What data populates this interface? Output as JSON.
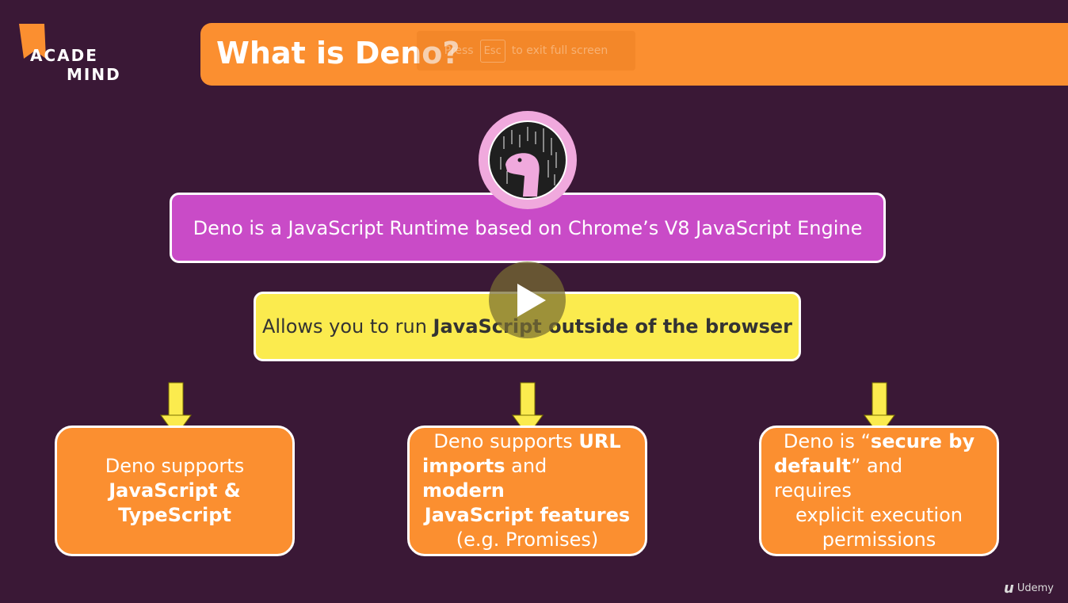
{
  "logo": {
    "line1": "ACADE",
    "line2": "MIND",
    "accent_color": "#fb8f30"
  },
  "title": {
    "text": "What is Deno?",
    "background": "#fb8f30"
  },
  "fullscreen_hint": {
    "press": "Press",
    "key": "Esc",
    "message": "to exit full screen"
  },
  "deno_logo": {
    "icon": "deno-dinosaur-icon"
  },
  "definition": {
    "text": "Deno is a JavaScript Runtime based on Chrome’s V8 JavaScript Engine",
    "background": "#c94bc7"
  },
  "main_point": {
    "prefix": "Allows you to run",
    "bold": "JavaScript outside of the browser",
    "background": "#fbeb4e"
  },
  "video": {
    "play_icon": "play-icon"
  },
  "features": [
    {
      "lines": [
        [
          {
            "text": "Deno supports",
            "bold": false
          }
        ],
        [
          {
            "text": "JavaScript &",
            "bold": true
          }
        ],
        [
          {
            "text": "TypeScript",
            "bold": true
          }
        ]
      ]
    },
    {
      "lines": [
        [
          {
            "text": "Deno supports ",
            "bold": false
          },
          {
            "text": "URL",
            "bold": true
          }
        ],
        [
          {
            "text": "imports",
            "bold": true
          },
          {
            "text": " and ",
            "bold": false
          },
          {
            "text": "modern",
            "bold": true
          }
        ],
        [
          {
            "text": "JavaScript features",
            "bold": true
          }
        ],
        [
          {
            "text": "(e.g. Promises)",
            "bold": false
          }
        ]
      ]
    },
    {
      "lines": [
        [
          {
            "text": "Deno is “",
            "bold": false
          },
          {
            "text": "secure by",
            "bold": true
          }
        ],
        [
          {
            "text": "default",
            "bold": true
          },
          {
            "text": "” and requires",
            "bold": false
          }
        ],
        [
          {
            "text": "explicit execution",
            "bold": false
          }
        ],
        [
          {
            "text": "permissions",
            "bold": false
          }
        ]
      ]
    }
  ],
  "watermark": {
    "text": "Udemy",
    "icon": "udemy-logo-icon"
  },
  "colors": {
    "background": "#3a1836",
    "arrow": "#fbeb4e",
    "card": "#fb8f30"
  }
}
